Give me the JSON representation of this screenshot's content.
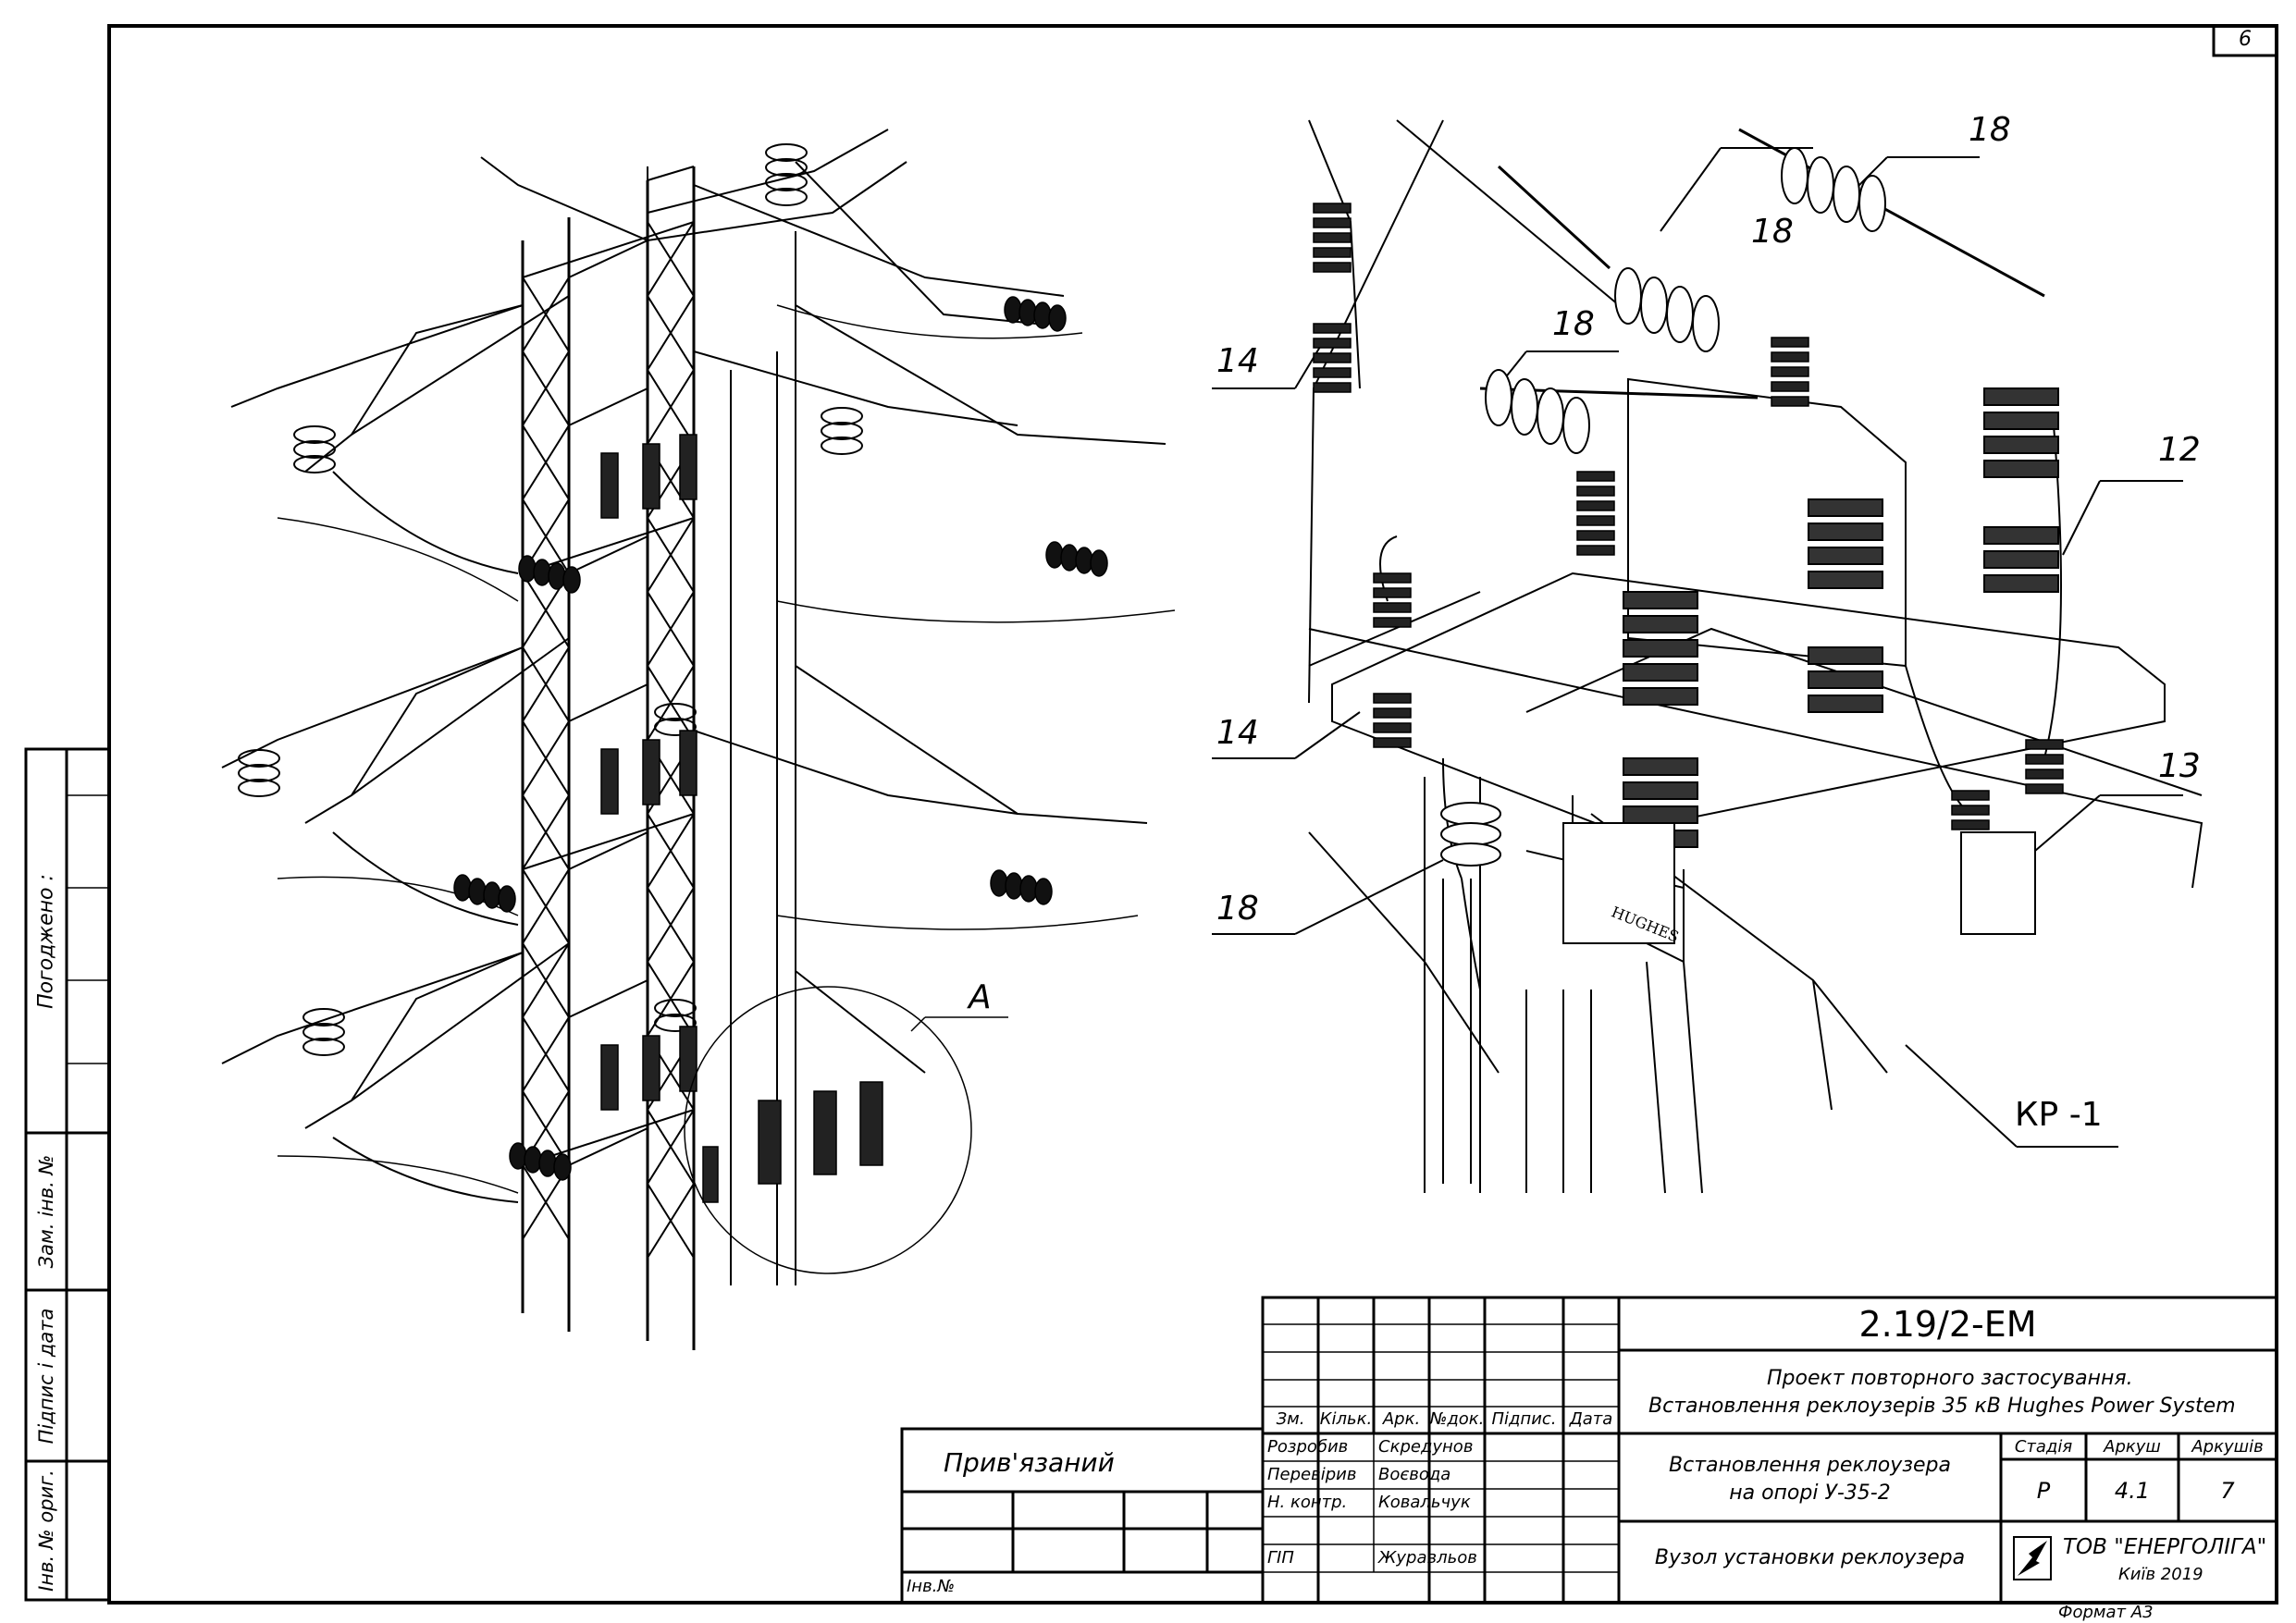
{
  "sheet_number_top": "6",
  "side_stamp": {
    "agreed": "Погоджено :",
    "replaced_inv": "Зам. інв. №",
    "sign_date": "Підпис і дата",
    "orig_inv": "Інв. № ориг."
  },
  "callouts": {
    "view_a": "A",
    "n18a": "18",
    "n18b": "18",
    "n18c": "18",
    "n18d": "18",
    "n14a": "14",
    "n14b": "14",
    "n12": "12",
    "n13": "13",
    "kp1": "КР -1",
    "hughes": "HUGHES"
  },
  "binding_block": {
    "bound": "Прив'язаний",
    "inv_no": "Інв.№"
  },
  "title_block": {
    "doc_code": "2.19/2-ЕМ",
    "project_line1": "Проект повторного застосування.",
    "project_line2": "Встановлення реклоузерів 35 кВ Hughes Power System",
    "header": {
      "zm": "Зм.",
      "kilk": "Кільк.",
      "ark": "Арк.",
      "ndok": "№док.",
      "pidpys": "Підпис.",
      "data": "Дата"
    },
    "roles": [
      {
        "role": "Розробив",
        "name": "Скредунов"
      },
      {
        "role": "Перевірив",
        "name": "Воєвода"
      },
      {
        "role": "Н. контр.",
        "name": "Ковальчук"
      },
      {
        "role": "ГІП",
        "name": "Журавльов"
      }
    ],
    "object_line1": "Встановлення реклоузера",
    "object_line2": "на опорі У-35-2",
    "sheet_title": "Вузол установки реклоузера",
    "stage_label": "Стадія",
    "sheet_label": "Аркуш",
    "sheets_label": "Аркушів",
    "stage": "Р",
    "sheet": "4.1",
    "sheets": "7",
    "company": "ТОВ \"ЕНЕРГОЛІГА\"",
    "city_year": "Київ 2019"
  },
  "format": "Формат А3"
}
